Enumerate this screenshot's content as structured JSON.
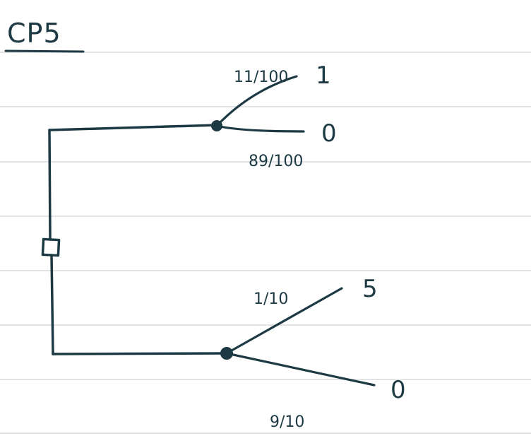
{
  "title": "CP5",
  "upper_chance_node": {
    "top_branch": {
      "probability": "11/100",
      "payoff": "1"
    },
    "bottom_branch": {
      "probability": "89/100",
      "payoff": "0"
    }
  },
  "lower_chance_node": {
    "top_branch": {
      "probability": "1/10",
      "payoff": "5"
    },
    "bottom_branch": {
      "probability": "9/10",
      "payoff": "0"
    }
  },
  "colors": {
    "ink": "#1d3a44",
    "rule_lines": "#d8dadc",
    "paper": "#ffffff"
  }
}
